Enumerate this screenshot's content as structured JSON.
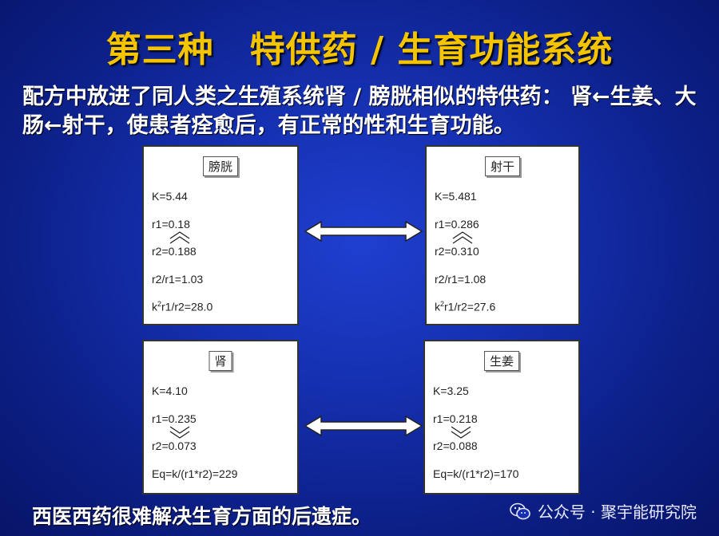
{
  "title": "第三种　特供药 / 生育功能系统",
  "intro": "配方中放进了同人类之生殖系统肾 / 膀胱相似的特供药： 肾←生姜、大肠←射干，使患者痊愈后，有正常的性和生育功能。",
  "cards": [
    {
      "name": "膀胱",
      "lines": [
        "K=5.44",
        "r1=0.18",
        "r2=0.188",
        "r2/r1=1.03"
      ],
      "last_pre": "k",
      "last_sup": "2",
      "last_post": "r1/r2=28.0"
    },
    {
      "name": "射干",
      "lines": [
        "K=5.481",
        "r1=0.286",
        "r2=0.310",
        "r2/r1=1.08"
      ],
      "last_pre": "k",
      "last_sup": "2",
      "last_post": "r1/r2=27.6"
    },
    {
      "name": "肾",
      "lines": [
        "K=4.10",
        "r1=0.235",
        "r2=0.073",
        "Eq=k/(r1*r2)=229"
      ]
    },
    {
      "name": "生姜",
      "lines": [
        "K=3.25",
        "r1=0.218",
        "r2=0.088",
        "Eq=k/(r1*r2)=170"
      ]
    }
  ],
  "footer": "西医西药很难解决生育方面的后遗症。",
  "watermark": "公众号 · 聚宇能研究院",
  "colors": {
    "title": "#f5c400",
    "background": "#1530b0"
  }
}
